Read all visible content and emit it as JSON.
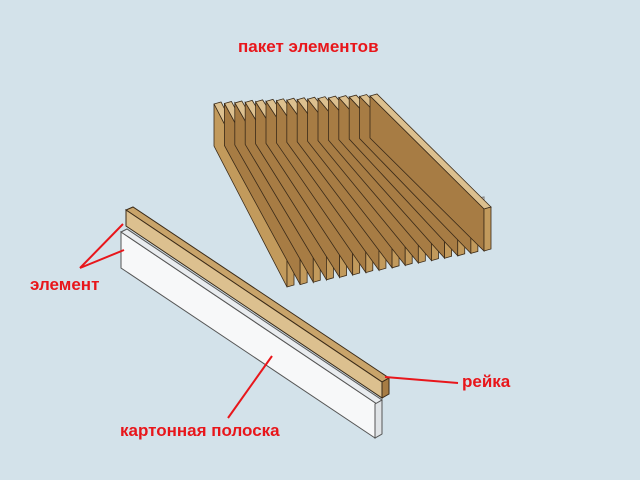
{
  "labels": {
    "title": "пакет элементов",
    "element": "элемент",
    "rail": "рейка",
    "cardboard_strip": "картонная полоска"
  },
  "colors": {
    "background": "#d3e2ea",
    "wood_top": "#dcc08f",
    "wood_side": "#c29a5c",
    "wood_dark": "#a77c44",
    "cardboard": "#f7f8f9",
    "label": "#e8161b",
    "outline": "#3a2a18"
  }
}
